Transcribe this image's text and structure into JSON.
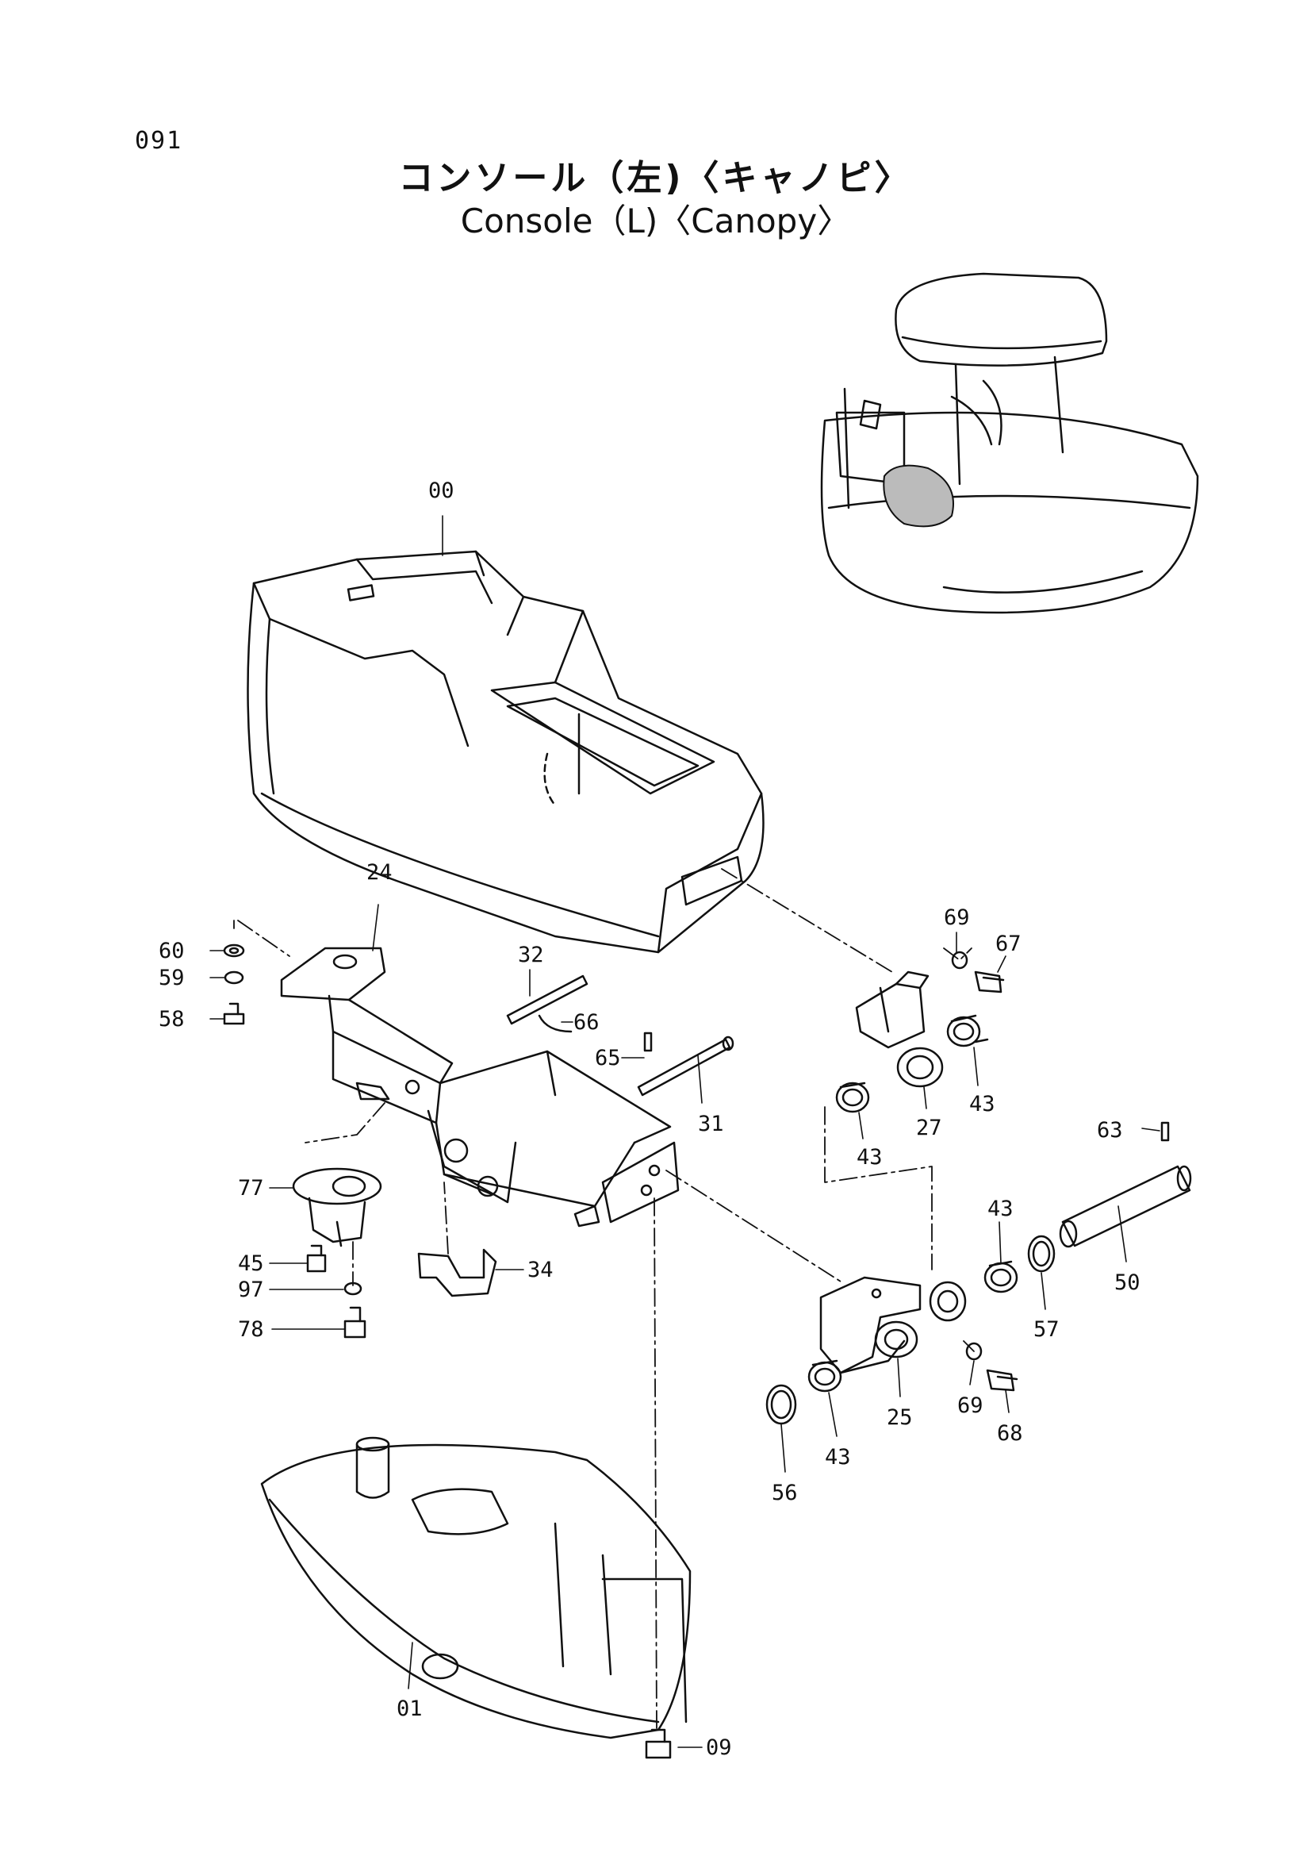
{
  "page_number": "091",
  "title_jp": "コンソール（左)〈キャノピ〉",
  "title_en": "Console（L)〈Canopy〉",
  "callouts": [
    "00",
    "24",
    "60",
    "59",
    "58",
    "32",
    "66",
    "65",
    "31",
    "69",
    "67",
    "43",
    "27",
    "43",
    "63",
    "77",
    "45",
    "97",
    "78",
    "34",
    "43",
    "57",
    "50",
    "69",
    "68",
    "25",
    "56",
    "43",
    "01",
    "09"
  ]
}
